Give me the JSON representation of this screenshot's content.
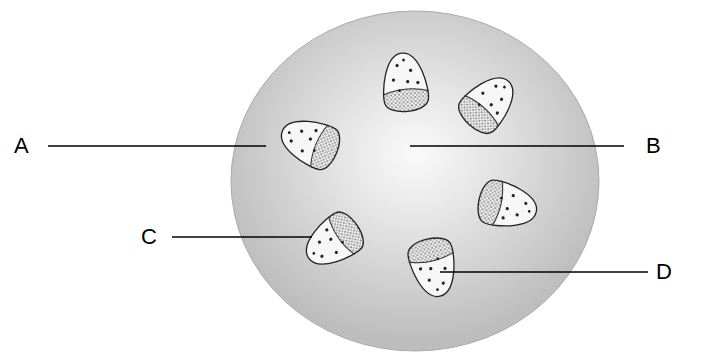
{
  "diagram": {
    "labels": [
      "A",
      "B",
      "C",
      "D"
    ]
  }
}
